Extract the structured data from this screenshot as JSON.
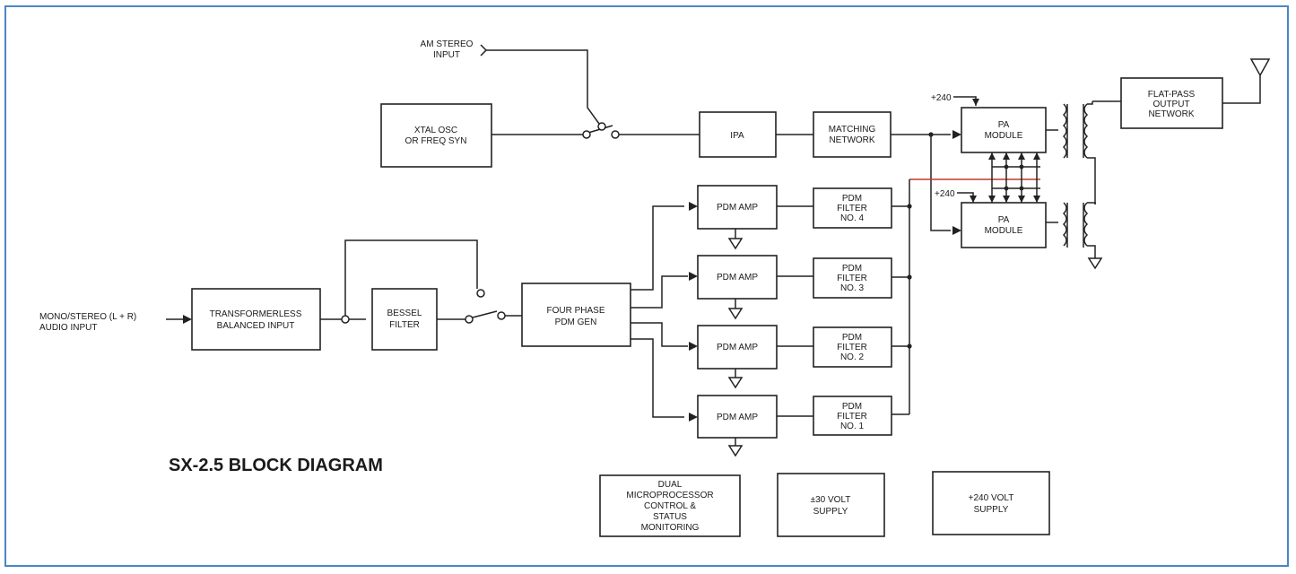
{
  "title": "SX-2.5 BLOCK DIAGRAM",
  "colors": {
    "frame_border": "#4a86c5",
    "line": "#222222",
    "accent_wire": "#c0392b"
  },
  "inputs": {
    "am_stereo": [
      "AM STEREO",
      "INPUT"
    ],
    "mono_stereo": [
      "MONO/STEREO (L + R)",
      "AUDIO INPUT"
    ],
    "plus240_top": "+240",
    "plus240_bottom": "+240"
  },
  "blocks": {
    "xtal": [
      "XTAL OSC",
      "OR FREQ SYN"
    ],
    "ipa": [
      "IPA"
    ],
    "matching": [
      "MATCHING",
      "NETWORK"
    ],
    "pa1": [
      "PA",
      "MODULE"
    ],
    "pa2": [
      "PA",
      "MODULE"
    ],
    "flatpass": [
      "FLAT-PASS",
      "OUTPUT",
      "NETWORK"
    ],
    "transformerless": [
      "TRANSFORMERLESS",
      "BALANCED INPUT"
    ],
    "bessel": [
      "BESSEL",
      "FILTER"
    ],
    "fourphase": [
      "FOUR PHASE",
      "PDM GEN"
    ],
    "pdmamp4": [
      "PDM AMP"
    ],
    "pdmamp3": [
      "PDM AMP"
    ],
    "pdmamp2": [
      "PDM AMP"
    ],
    "pdmamp1": [
      "PDM AMP"
    ],
    "pdmfilter4": [
      "PDM",
      "FILTER",
      "NO. 4"
    ],
    "pdmfilter3": [
      "PDM",
      "FILTER",
      "NO. 3"
    ],
    "pdmfilter2": [
      "PDM",
      "FILTER",
      "NO. 2"
    ],
    "pdmfilter1": [
      "PDM",
      "FILTER",
      "NO. 1"
    ],
    "micro": [
      "DUAL",
      "MICROPROCESSOR",
      "CONTROL &",
      "STATUS",
      "MONITORING"
    ],
    "supply30": [
      "±30 VOLT",
      "SUPPLY"
    ],
    "supply240": [
      "+240 VOLT",
      "SUPPLY"
    ]
  }
}
